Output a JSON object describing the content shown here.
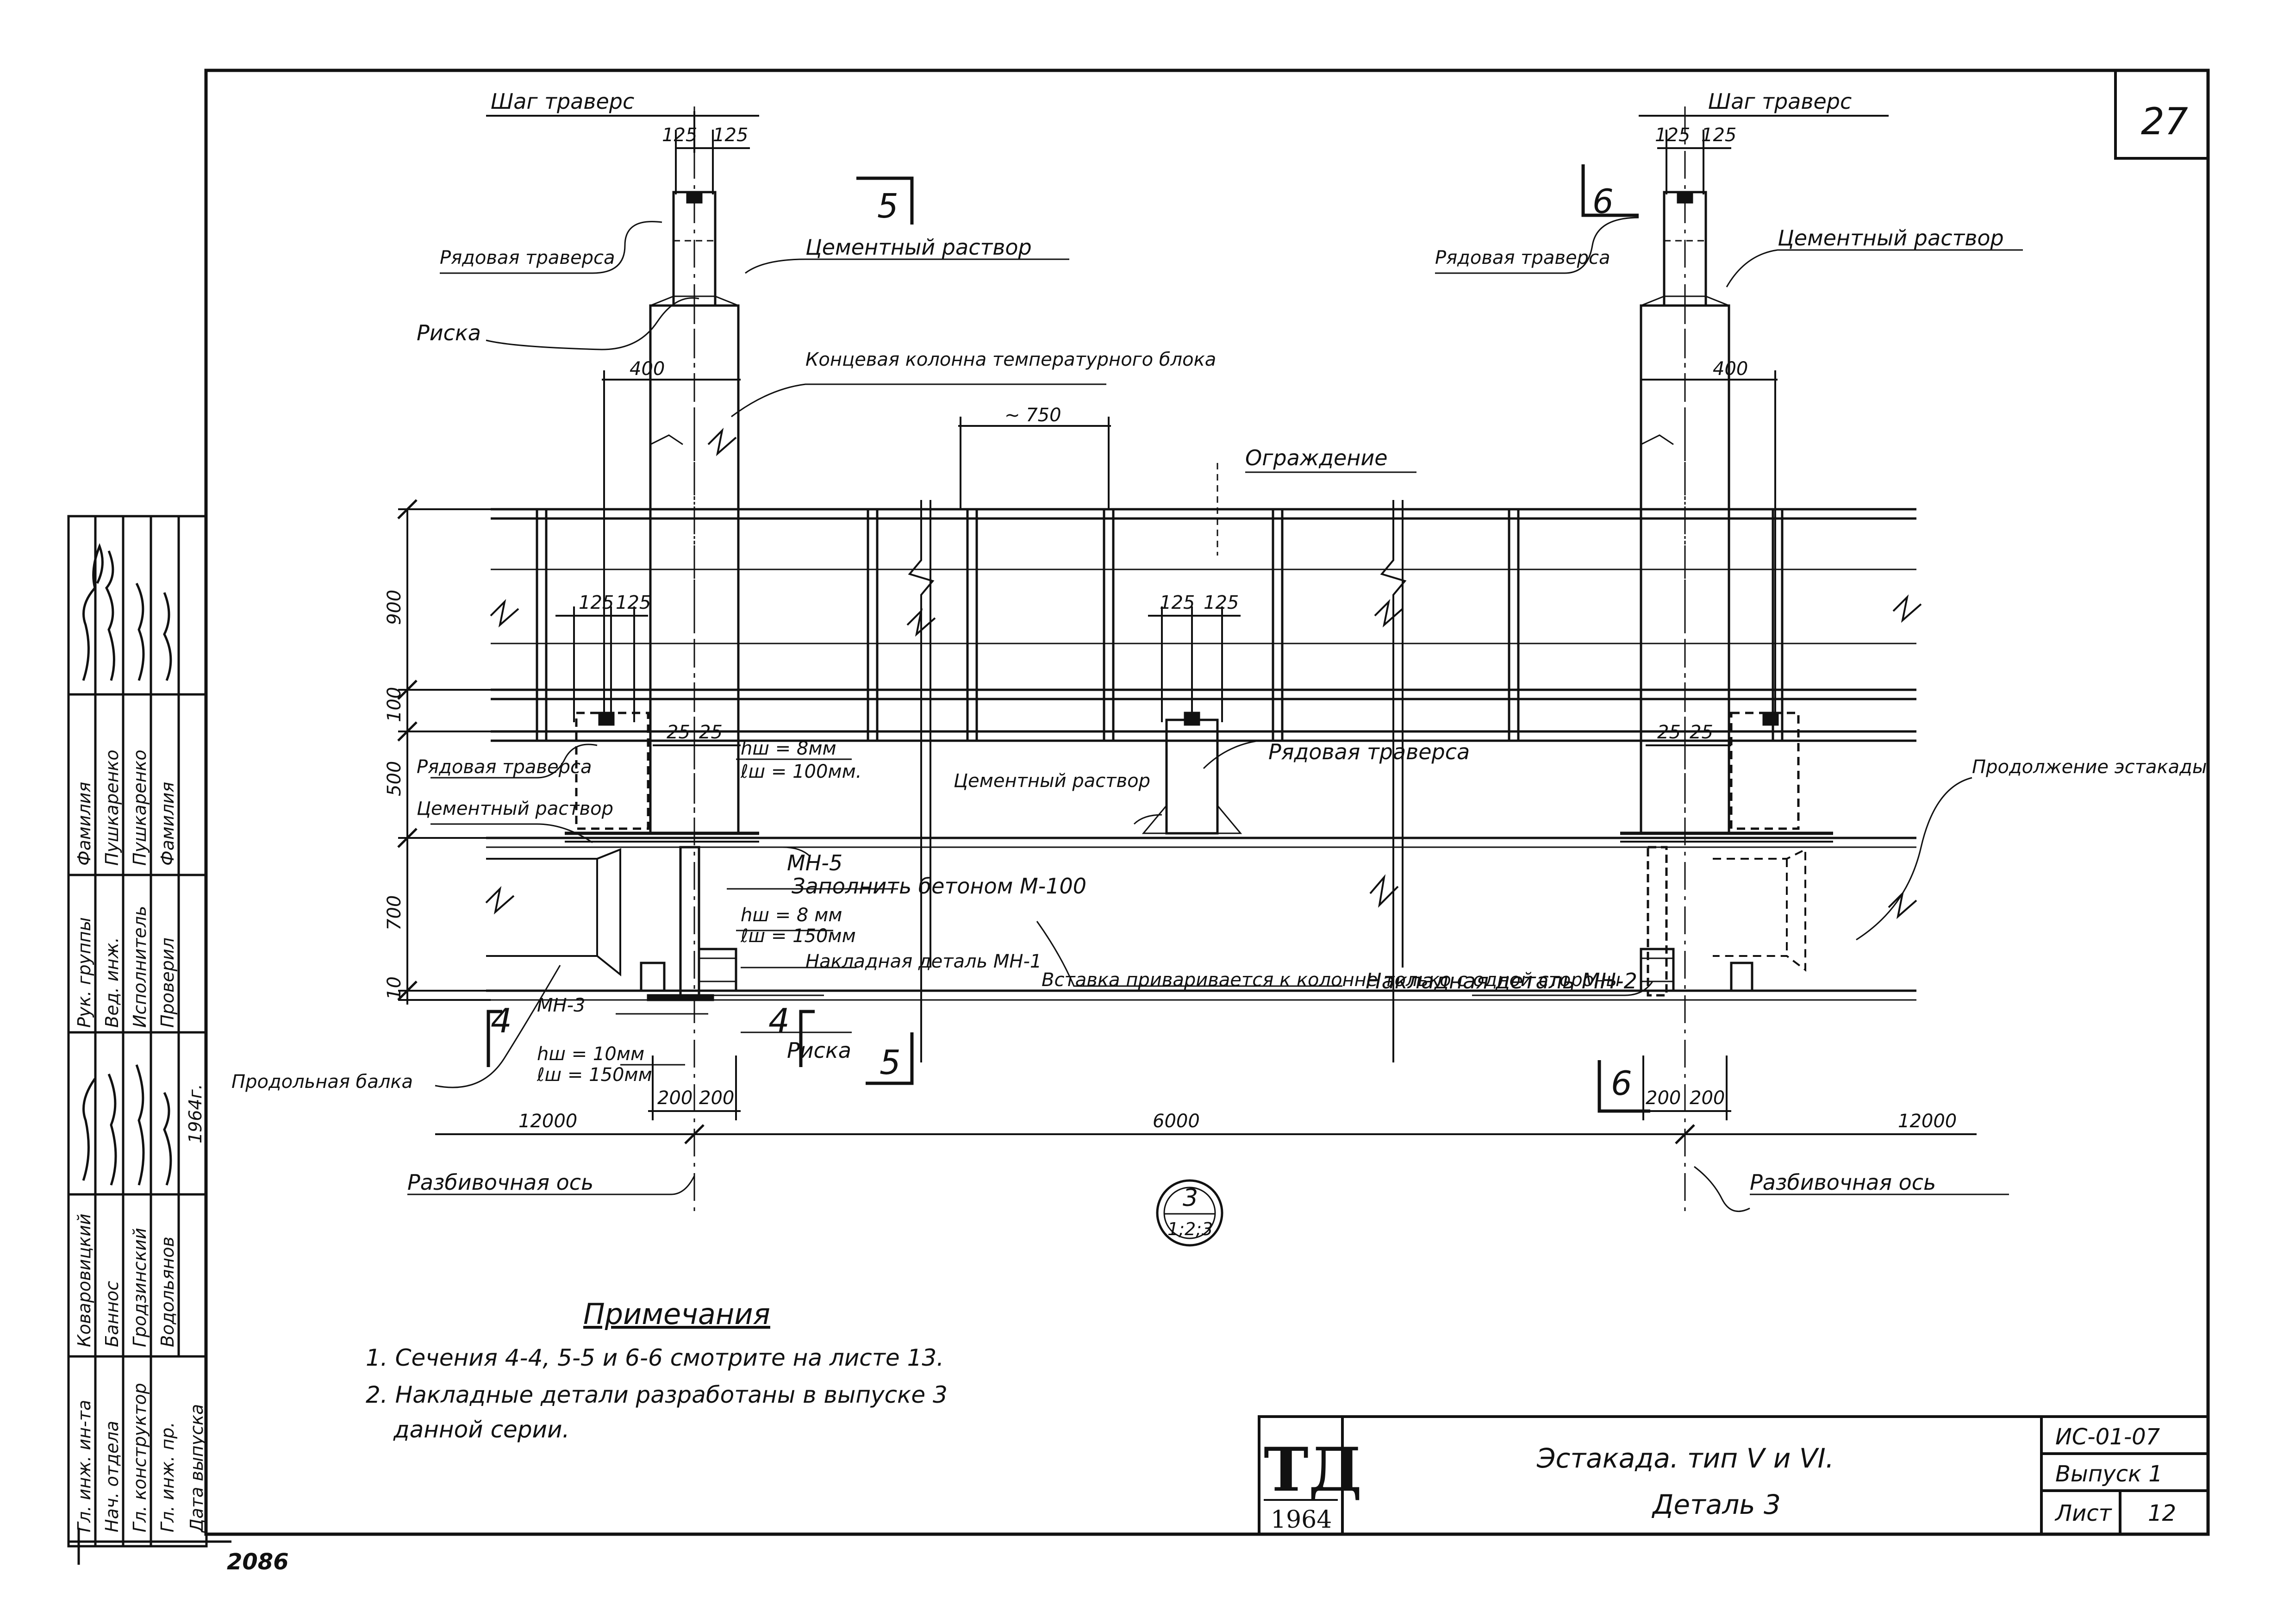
{
  "sheet": {
    "corner_number": "27",
    "stamp_number": "2086"
  },
  "labels": {
    "shag_travers_left": "Шаг траверс",
    "shag_travers_right": "Шаг траверс",
    "ryadovaya_traversa_left": "Рядовая траверса",
    "ryadovaya_traversa_right": "Рядовая траверса",
    "ryadovaya_traversa_mid": "Рядовая траверса",
    "ryadovaya_traversa_low": "Рядовая траверса",
    "cement_top_left": "Цементный раствор",
    "cement_top_right": "Цементный раствор",
    "cement_mid": "Цементный раствор",
    "cement_low": "Цементный раствор",
    "riska_top": "Риска",
    "riska_bottom": "Риска",
    "koncevaya": "Концевая колонна температурного блока",
    "ograzhdenie": "Ограждение",
    "prodolzhenie": "Продолжение эстакады",
    "mn5": "МН-5",
    "zapolnit": "Заполнить бетоном М-100",
    "nakladnaya_mn1": "Накладная деталь МН-1",
    "mn3": "МН-3",
    "vstavka": "Вставка приваривается к колонне только с одной стороны",
    "nakladnaya_mn2": "Накладная деталь МН-2",
    "prodolnaya_balka": "Продольная балка",
    "razbiv_left": "Разбивочная ось",
    "razbiv_right": "Разбивочная ось"
  },
  "welds": {
    "w1_h": "hш = 8мм",
    "w1_l": "ℓш = 100мм.",
    "w2_h": "hш = 8 мм",
    "w2_l": "ℓш = 150мм",
    "w3_h": "hш = 10мм",
    "w3_l": "ℓш = 150мм"
  },
  "sections": {
    "s5_top": "5",
    "s6_top": "6",
    "s4_left": "4",
    "s4_right": "4",
    "s5_bottom": "5",
    "s6_bottom": "6"
  },
  "dims": {
    "d125_1": "125",
    "d125_2": "125",
    "d125_3": "125",
    "d125_4": "125",
    "d125_5": "125",
    "d125_6": "125",
    "d125_7": "125",
    "d125_8": "125",
    "d400_left": "400",
    "d400_right": "400",
    "d750": "~ 750",
    "d25_1": "25",
    "d25_2": "25",
    "d25_3": "25",
    "d25_4": "25",
    "d200_1": "200",
    "d200_2": "200",
    "d200_3": "200",
    "d200_4": "200",
    "d12000_left": "12000",
    "d6000": "6000",
    "d12000_right": "12000",
    "v900": "900",
    "v100": "100",
    "v500": "500",
    "v700": "700",
    "v10": "10"
  },
  "detail_mark": {
    "number": "3",
    "sheets": "1;2;3"
  },
  "notes": {
    "heading": "Примечания",
    "line1": "1. Сечения 4-4, 5-5 и 6-6 смотрите на листе 13.",
    "line2": "2. Накладные детали разработаны в выпуске 3",
    "line3": "данной серии."
  },
  "title_block": {
    "logo": "ТД",
    "year": "1964",
    "title": "Эстакада. тип V и VI.",
    "subtitle": "Деталь 3",
    "code": "ИС-01-07",
    "issue": "Выпуск 1",
    "sheet_label": "Лист",
    "sheet_no": "12"
  },
  "side_stamp": {
    "roles": [
      "Гл. инж. ин-та",
      "Нач. отдела",
      "Гл. конструктор",
      "Гл. инж. пр.",
      "Дата выпуска"
    ],
    "names": [
      "Коваровицкий",
      "Баннос",
      "Гродзинский",
      "Водольянов",
      ""
    ],
    "date": "1964г.",
    "roles2": [
      "Рук. группы",
      "Вед. инж.",
      "Исполнитель",
      "Проверил"
    ],
    "fam_header": "Фамилия",
    "names2": [
      "Пушкаренко",
      "Пушкаренко",
      "Фамилия"
    ]
  }
}
